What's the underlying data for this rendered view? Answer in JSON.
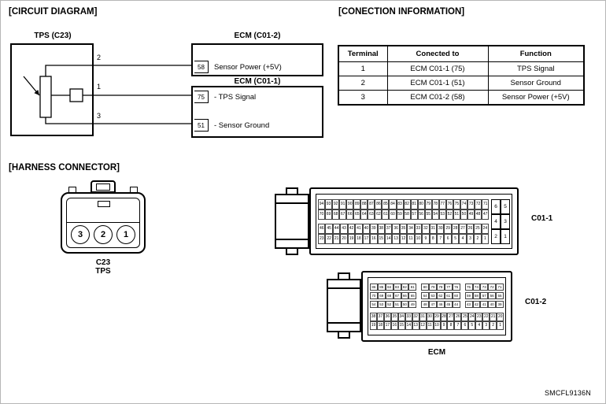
{
  "titles": {
    "circuit": "[CIRCUIT DIAGRAM]",
    "connection": "[CONECTION INFORMATION]",
    "harness": "[HARNESS CONNECTOR]"
  },
  "circuit": {
    "tps_label": "TPS (C23)",
    "pin2": "2",
    "pin1": "1",
    "pin3": "3",
    "ecm2_label": "ECM (C01-2)",
    "ecm2_pin": "58",
    "ecm2_text": "Sensor Power (+5V)",
    "ecm1_label": "ECM (C01-1)",
    "ecm1_pin_top": "75",
    "ecm1_text_top": "- TPS Signal",
    "ecm1_pin_bottom": "51",
    "ecm1_text_bottom": "- Sensor Ground"
  },
  "table": {
    "headers": [
      "Terminal",
      "Conected to",
      "Function"
    ],
    "rows": [
      [
        "1",
        "ECM C01-1 (75)",
        "TPS Signal"
      ],
      [
        "2",
        "ECM C01-1 (51)",
        "Sensor Ground"
      ],
      [
        "3",
        "ECM C01-2 (58)",
        "Sensor Power (+5V)"
      ]
    ]
  },
  "harness": {
    "c23": {
      "pins": [
        "3",
        "2",
        "1"
      ],
      "label1": "C23",
      "label2": "TPS"
    },
    "c01_1": {
      "label": "C01-1",
      "bands": [
        {
          "rows": [
            [
              94,
              71
            ],
            [
              70,
              47
            ]
          ]
        },
        {
          "rows": [
            [
              46,
              24
            ],
            [
              23,
              1
            ]
          ]
        }
      ],
      "side_grid": [
        [
          "6",
          "5"
        ],
        [
          "4",
          "3"
        ],
        [
          "2",
          "1"
        ]
      ]
    },
    "c01_2": {
      "label": "C01-2",
      "top_rows": [
        [
          [
            86,
            81
          ],
          [
            80,
            76
          ],
          [
            75,
            71
          ]
        ],
        [
          [
            70,
            65
          ],
          [
            64,
            60
          ],
          [
            59,
            55
          ]
        ],
        [
          [
            54,
            49
          ],
          [
            48,
            44
          ],
          [
            43,
            39
          ]
        ]
      ],
      "bottom_rows": [
        [
          38,
          20
        ],
        [
          19,
          1
        ]
      ]
    },
    "ecm_label": "ECM"
  },
  "footer": {
    "code": "SMCFL9136N"
  }
}
